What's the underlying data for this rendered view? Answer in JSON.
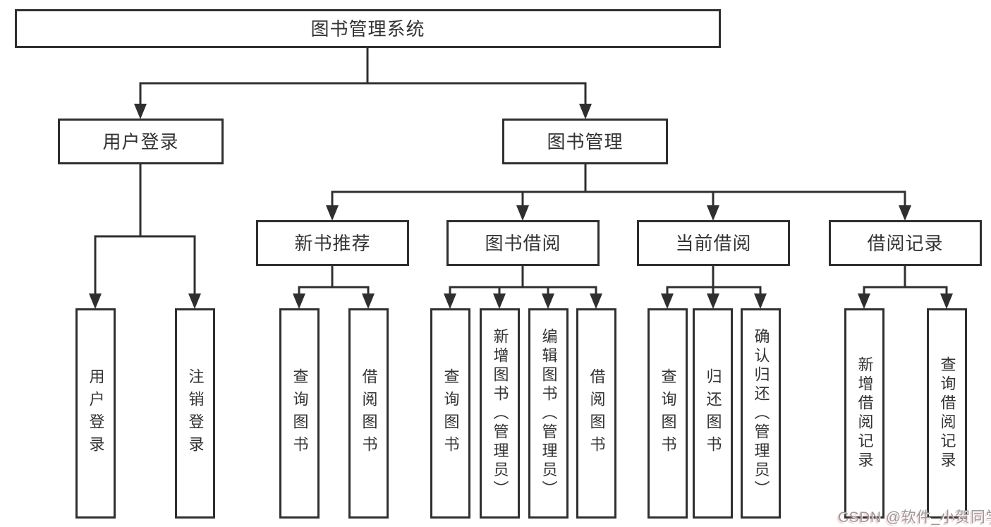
{
  "diagram": {
    "title": "图书管理系统",
    "branches": [
      {
        "label": "用户登录",
        "children": [
          {
            "label": "用户登录"
          },
          {
            "label": "注销登录"
          }
        ]
      },
      {
        "label": "图书管理",
        "children": [
          {
            "label": "新书推荐",
            "children": [
              {
                "label": "查询图书"
              },
              {
                "label": "借阅图书"
              }
            ]
          },
          {
            "label": "图书借阅",
            "children": [
              {
                "label": "查询图书"
              },
              {
                "label": "新增图书（管理员）"
              },
              {
                "label": "编辑图书（管理员）"
              },
              {
                "label": "借阅图书"
              }
            ]
          },
          {
            "label": "当前借阅",
            "children": [
              {
                "label": "查询图书"
              },
              {
                "label": "归还图书"
              },
              {
                "label": "确认归还（管理员）"
              }
            ]
          },
          {
            "label": "借阅记录",
            "children": [
              {
                "label": "新增借阅记录"
              },
              {
                "label": "查询借阅记录"
              }
            ]
          }
        ]
      }
    ]
  },
  "watermark": {
    "text": "CSDN @软件_小贺同学"
  },
  "colors": {
    "line": "#2f2f2f",
    "text": "#333333",
    "watermark": "#9b9b9b"
  }
}
